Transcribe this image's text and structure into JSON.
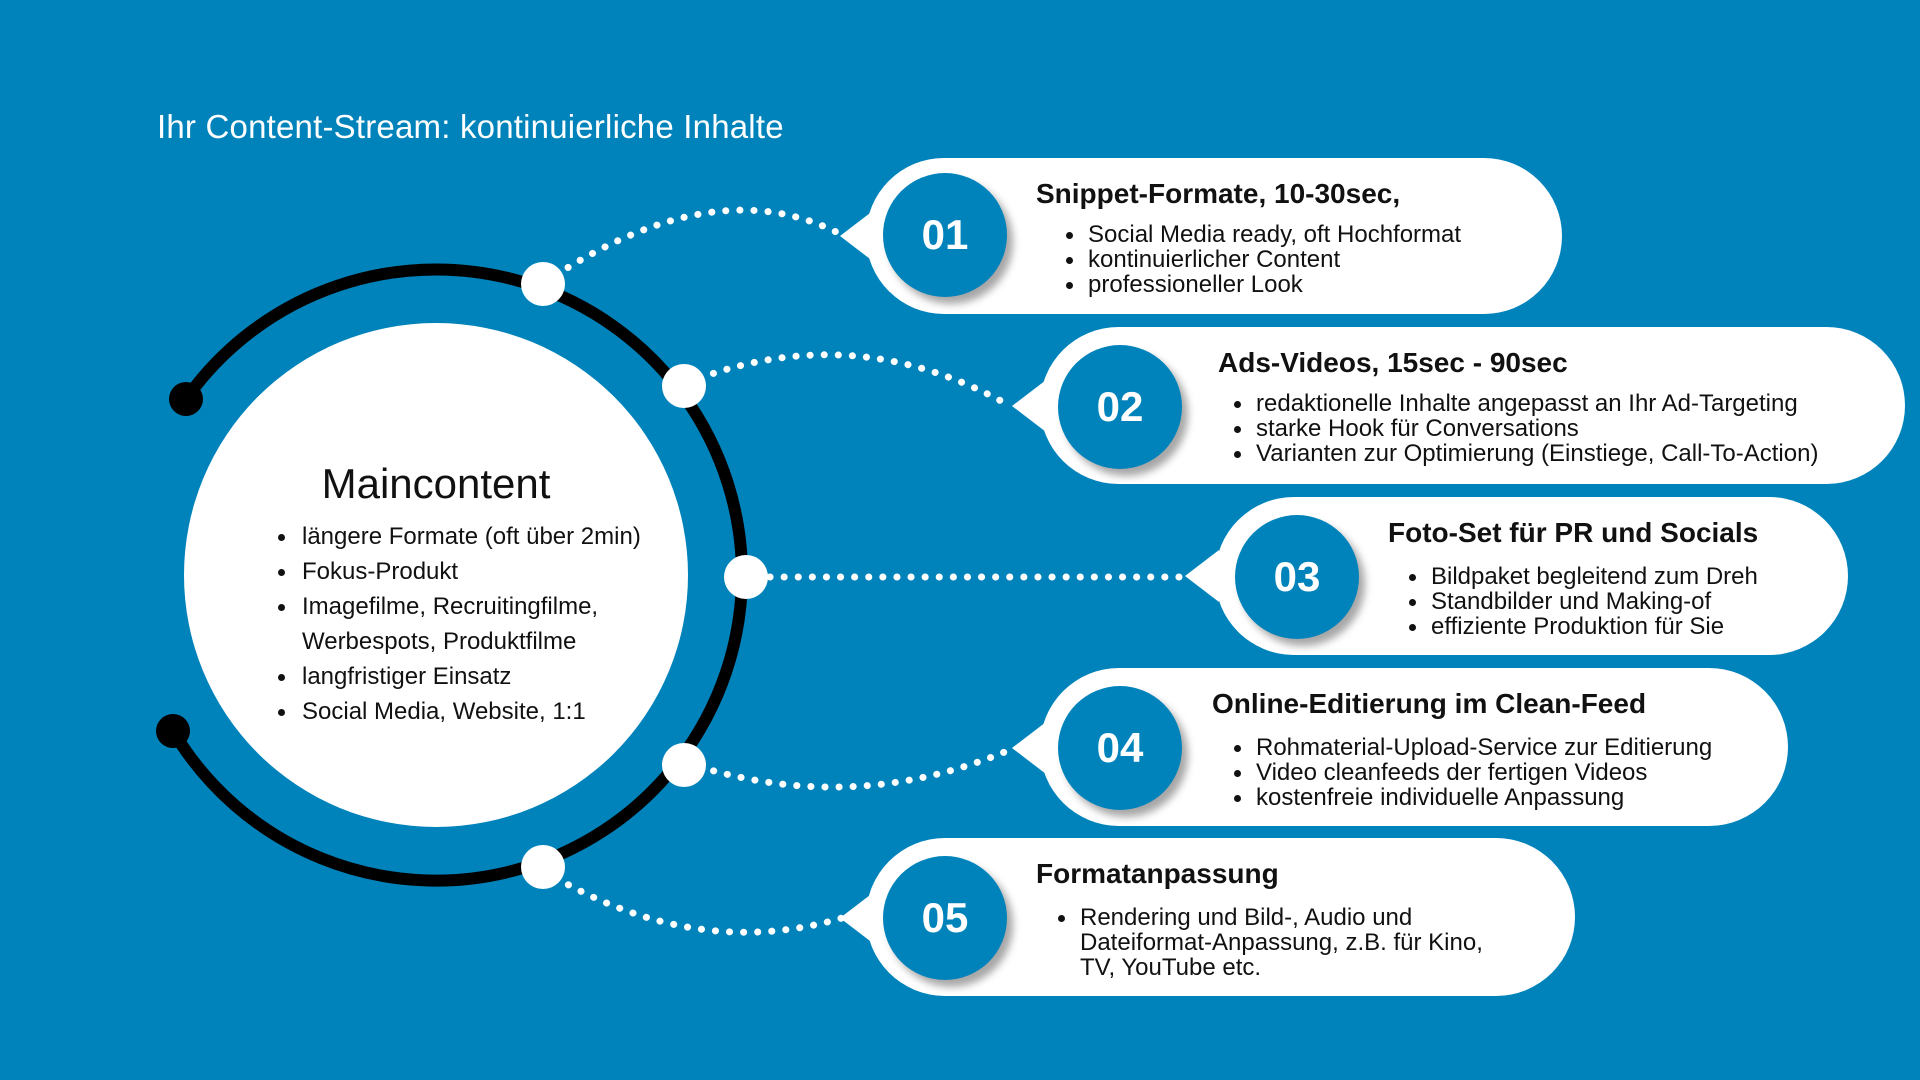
{
  "page": {
    "title": "Ihr Content-Stream: kontinuierliche Inhalte",
    "colors": {
      "background": "#0083BB",
      "card": "#FFFFFF",
      "arc": "#000000",
      "number_badge": "#0083BB",
      "text": "#111111"
    }
  },
  "maincontent": {
    "title": "Maincontent",
    "items": [
      "längere Formate (oft über 2min)",
      "Fokus-Produkt",
      "Imagefilme, Recruitingfilme,",
      "Werbespots, Produktfilme",
      "langfristiger Einsatz",
      "Social Media, Website, 1:1"
    ]
  },
  "cards": [
    {
      "number": "01",
      "title": "Snippet-Formate, 10-30sec,",
      "items": [
        "Social Media ready, oft Hochformat",
        "kontinuierlicher Content",
        "professioneller Look"
      ]
    },
    {
      "number": "02",
      "title": "Ads-Videos, 15sec - 90sec",
      "items": [
        "redaktionelle Inhalte angepasst an Ihr Ad-Targeting",
        "starke Hook für Conversations",
        "Varianten zur Optimierung (Einstiege, Call-To-Action)"
      ]
    },
    {
      "number": "03",
      "title": "Foto-Set für PR und Socials",
      "items": [
        "Bildpaket begleitend zum Dreh",
        "Standbilder und Making-of",
        "effiziente Produktion für Sie"
      ]
    },
    {
      "number": "04",
      "title": "Online-Editierung im Clean-Feed",
      "items": [
        "Rohmaterial-Upload-Service zur Editierung",
        "Video cleanfeeds der fertigen Videos",
        "kostenfreie individuelle Anpassung"
      ]
    },
    {
      "number": "05",
      "title": "Formatanpassung",
      "items": [
        "Rendering und Bild-, Audio und",
        "Dateiformat-Anpassung, z.B. für Kino,",
        "TV, YouTube etc."
      ]
    }
  ]
}
